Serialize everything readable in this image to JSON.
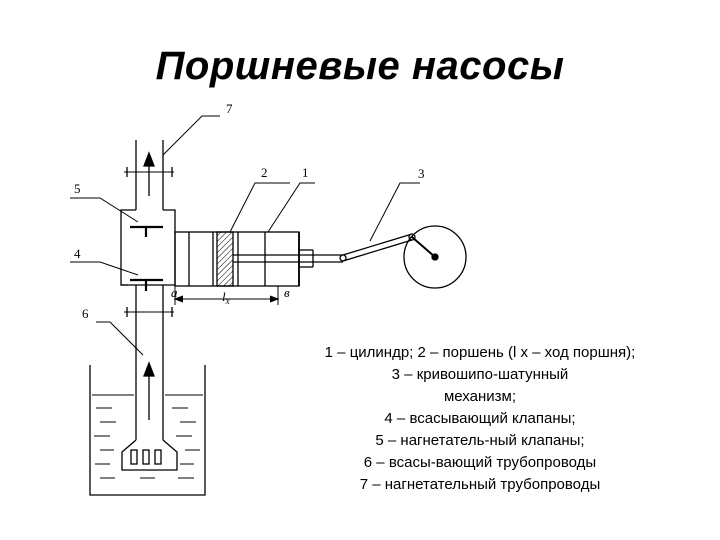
{
  "title": "Поршневые насосы",
  "callouts": {
    "c1": "1",
    "c2": "2",
    "c3": "3",
    "c4": "4",
    "c5": "5",
    "c6": "6",
    "c7": "7",
    "a": "а",
    "v": "в",
    "stroke": "l",
    "stroke_sub": "x"
  },
  "legend": [
    "1 – цилиндр; 2 – поршень (l x – ход поршня);",
    "3 – кривошипо-шатунный",
    "механизм;",
    "4 – всасывающий  клапаны;",
    "5 – нагнетатель-ный клапаны;",
    "6 – всасы-вающий трубопроводы",
    "7 – нагнетательный трубопроводы"
  ]
}
